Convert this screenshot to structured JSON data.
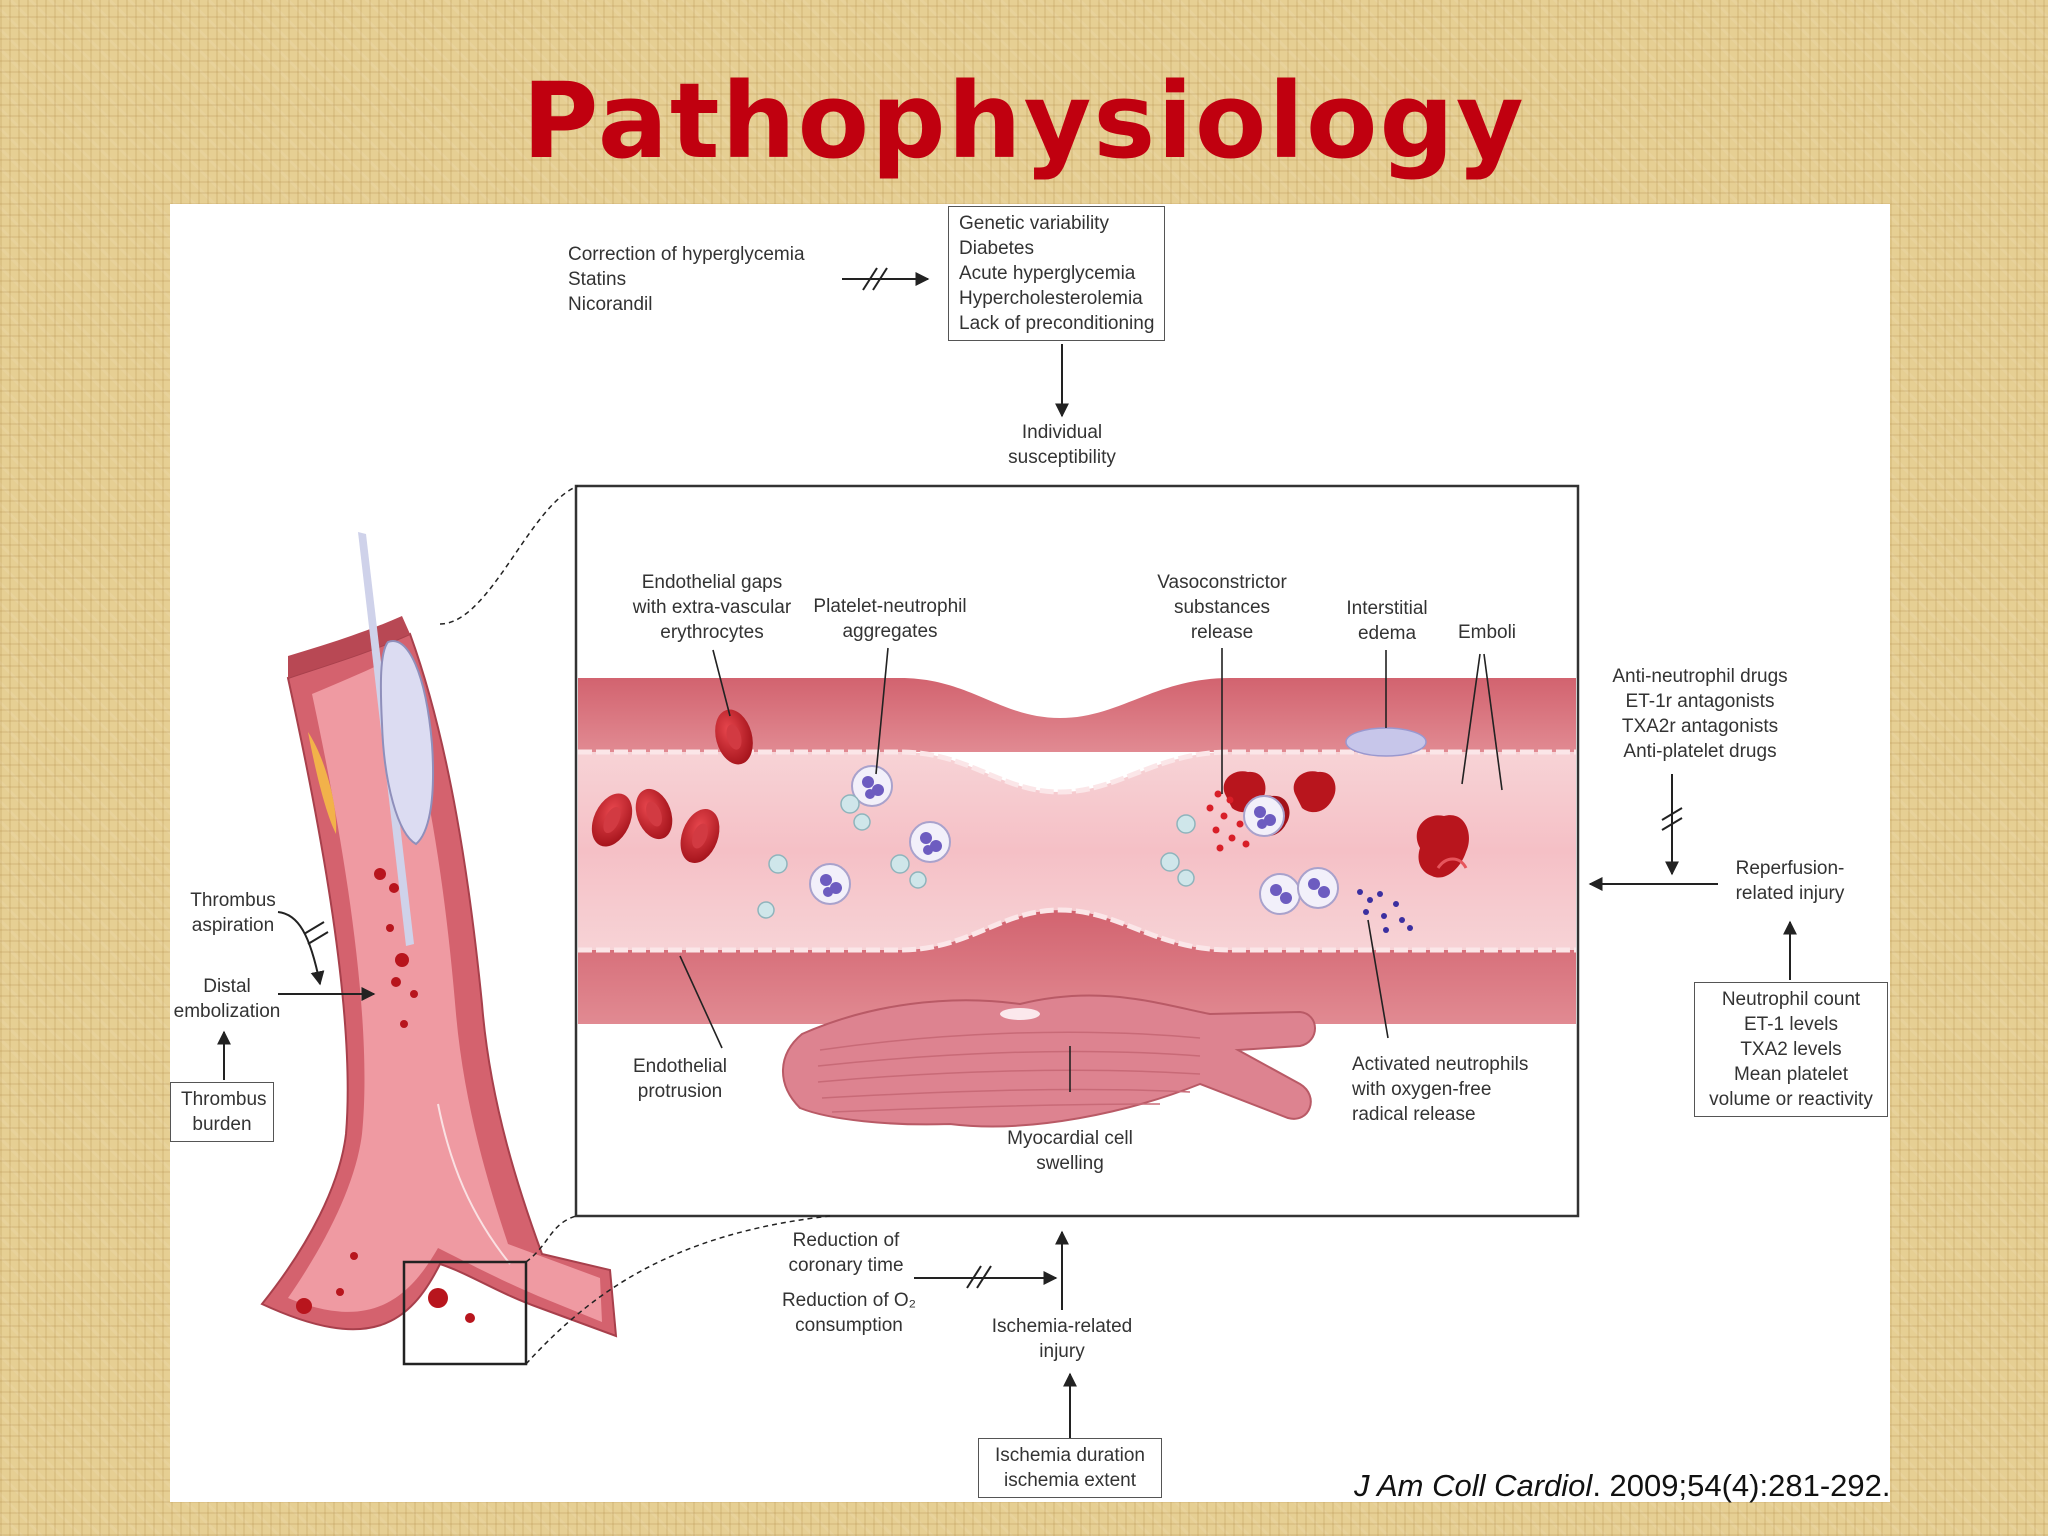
{
  "slide": {
    "title": "Pathophysiology",
    "citation_journal": "J Am Coll Cardiol",
    "citation_rest": ". 2009;54(4):281-292."
  },
  "diagram": {
    "top_therapies": "Correction of hyperglycemia\nStatins\nNicorandil",
    "susceptibility_factors": "Genetic variability\nDiabetes\nAcute hyperglycemia\nHypercholesterolemia\nLack of preconditioning",
    "individual_susceptibility": "Individual\nsusceptibility",
    "endothelial_gaps": "Endothelial gaps\nwith extra-vascular\nerythrocytes",
    "platelet_neutrophil": "Platelet-neutrophil\naggregates",
    "vasoconstrictor": "Vasoconstrictor\nsubstances\nrelease",
    "interstitial_edema": "Interstitial\nedema",
    "emboli": "Emboli",
    "right_drugs": "Anti-neutrophil drugs\nET-1r antagonists\nTXA2r antagonists\nAnti-platelet drugs",
    "reperfusion_injury": "Reperfusion-\nrelated injury",
    "neutrophil_markers": "Neutrophil count\nET-1 levels\nTXA2 levels\nMean platelet\nvolume or reactivity",
    "thrombus_aspiration": "Thrombus\naspiration",
    "distal_embolization": "Distal\nembolization",
    "thrombus_burden": "Thrombus\nburden",
    "endothelial_protrusion": "Endothelial\nprotrusion",
    "myocardial_swelling": "Myocardial cell\nswelling",
    "activated_neutrophils": "Activated neutrophils\nwith oxygen-free\nradical release",
    "reduction_coronary": "Reduction of\ncoronary time",
    "reduction_o2": "Reduction of O₂\nconsumption",
    "ischemia_injury": "Ischemia-related\ninjury",
    "ischemia_duration": "Ischemia duration\nischemia extent"
  },
  "colors": {
    "title": "#c0000f",
    "vessel_wall": "#d9707a",
    "lumen": "#f2c4c8",
    "rbc": "#c41a22",
    "neutrophil": "#7a6ac8"
  }
}
